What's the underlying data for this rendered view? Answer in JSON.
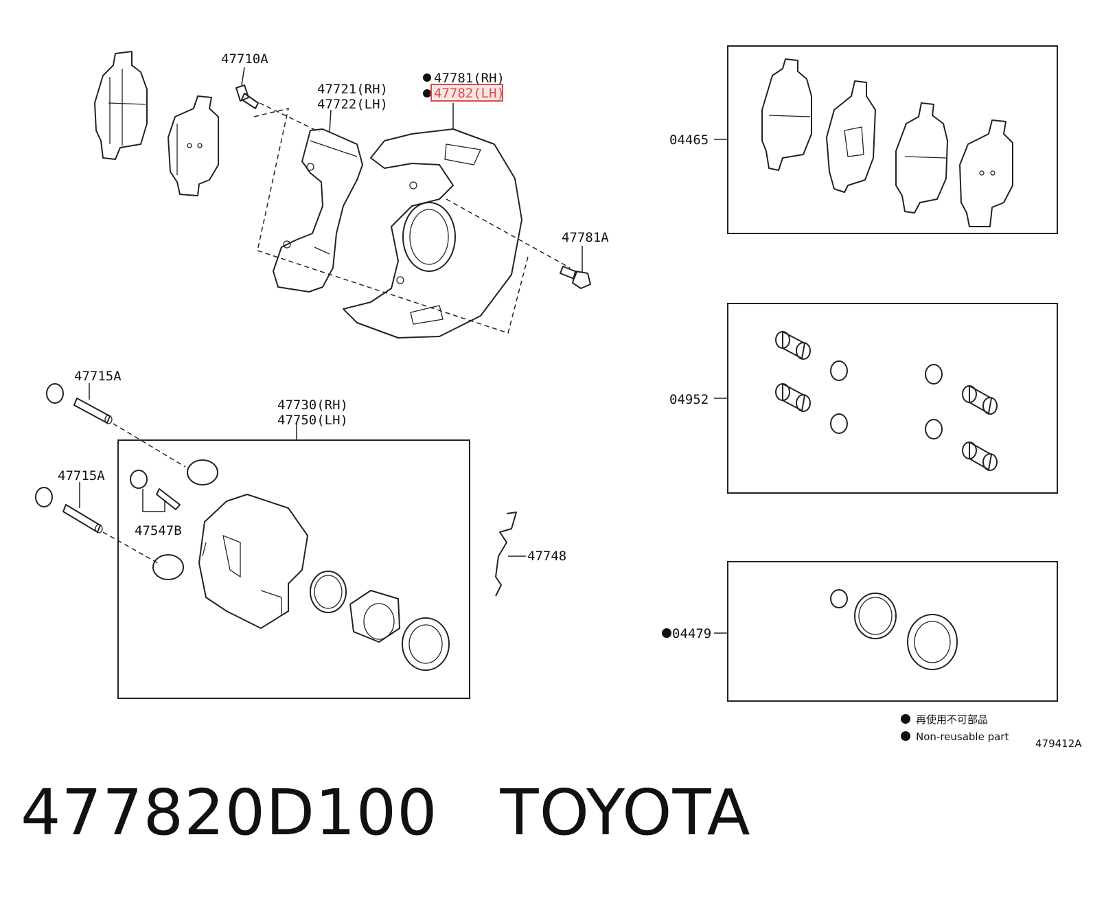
{
  "labels": {
    "l47710A": "47710A",
    "l47781rh": "47781(RH)",
    "l47782lh": "47782(LH)",
    "l47721rh": "47721(RH)",
    "l47722lh": "47722(LH)",
    "l47781A": "47781A",
    "l04465": "04465",
    "l47715A_top": "47715A",
    "l47730rh": "47730(RH)",
    "l47750lh": "47750(LH)",
    "l47715A_bottom": "47715A",
    "l47547B": "47547B",
    "l47748": "47748",
    "l04952": "04952",
    "l04479": "04479"
  },
  "legend": {
    "jp": "再使用不可部品",
    "en": "Non-reusable part"
  },
  "figure_code": "479412A",
  "title": {
    "part_number": "477820D100",
    "brand": "TOYOTA",
    "full": "477820D100   TOYOTA"
  },
  "colors": {
    "highlight": "#d94a4a",
    "highlight_fill": "#fbe6e6"
  }
}
